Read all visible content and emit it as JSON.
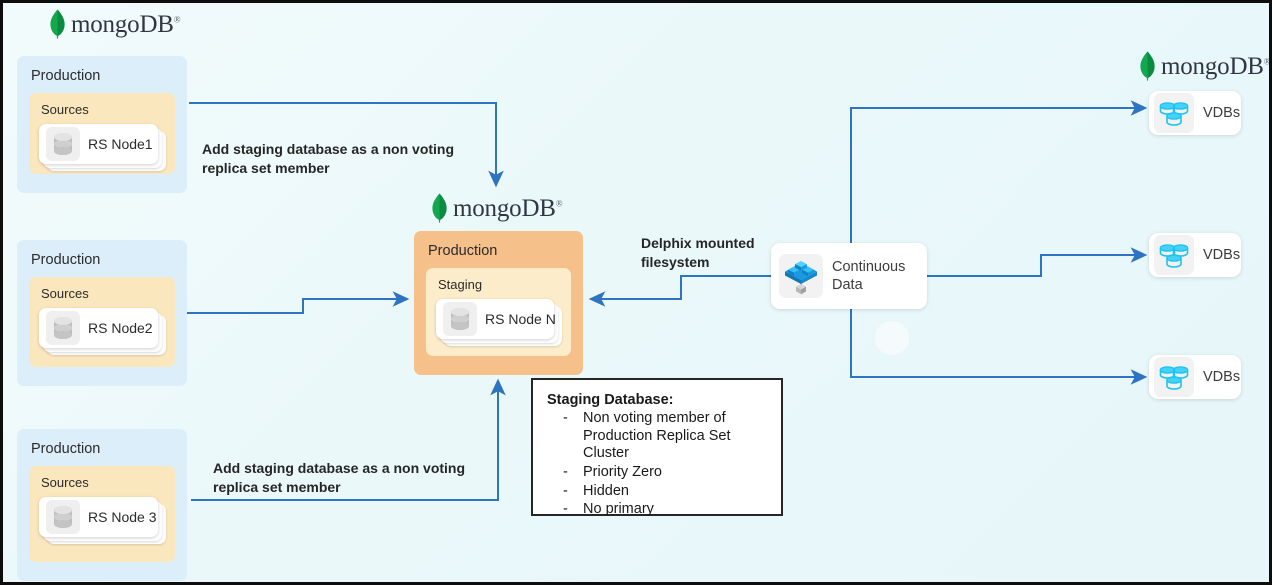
{
  "brand": {
    "mongo_name": "mongo",
    "mongo_name2": "DB",
    "mongo_reg": "®"
  },
  "production_groups": [
    {
      "title": "Production",
      "sources_title": "Sources",
      "node_label": "RS Node1",
      "node_icon": "database-cylinder-icon"
    },
    {
      "title": "Production",
      "sources_title": "Sources",
      "node_label": "RS Node2",
      "node_icon": "database-cylinder-icon"
    },
    {
      "title": "Production",
      "sources_title": "Sources",
      "node_label": "RS Node 3",
      "node_icon": "database-cylinder-icon"
    }
  ],
  "staging": {
    "title": "Production",
    "inner_title": "Staging",
    "node_label": "RS Node N",
    "node_icon": "database-cylinder-icon"
  },
  "captions": {
    "top_arrow": "Add staging database as a non voting\nreplica set member",
    "bottom_arrow": "Add staging database as a non voting\nreplica set member",
    "delphix_mount": "Delphix mounted\nfilesystem"
  },
  "continuous_data": {
    "label_line1": "Continuous",
    "label_line2": "Data",
    "icon": "delphix-continuous-data-icon"
  },
  "vdbs": [
    {
      "label": "VDBs",
      "icon": "vdb-stacked-databases-icon"
    },
    {
      "label": "VDBs",
      "icon": "vdb-stacked-databases-icon"
    },
    {
      "label": "VDBs",
      "icon": "vdb-stacked-databases-icon"
    }
  ],
  "note": {
    "title": "Staging Database:",
    "items": [
      {
        "dash": "-",
        "text": "Non voting member of Production Replica Set Cluster"
      },
      {
        "dash": "-",
        "text": "Priority Zero"
      },
      {
        "dash": "-",
        "text": "Hidden"
      },
      {
        "dash": "-",
        "text": "No primary"
      }
    ]
  },
  "colors": {
    "canvas_bg": "#eaf8fa",
    "production_blue": "#ddeefb",
    "sources_yellow": "#fbe7bd",
    "staging_orange": "#f5c08a",
    "staging_inner_yellow": "#fcecc9",
    "connector_blue": "#2f74c0",
    "mongo_green": "#13a74f",
    "vdb_cyan": "#1fc3f2",
    "delphix_blue": "#1a9ae0"
  }
}
